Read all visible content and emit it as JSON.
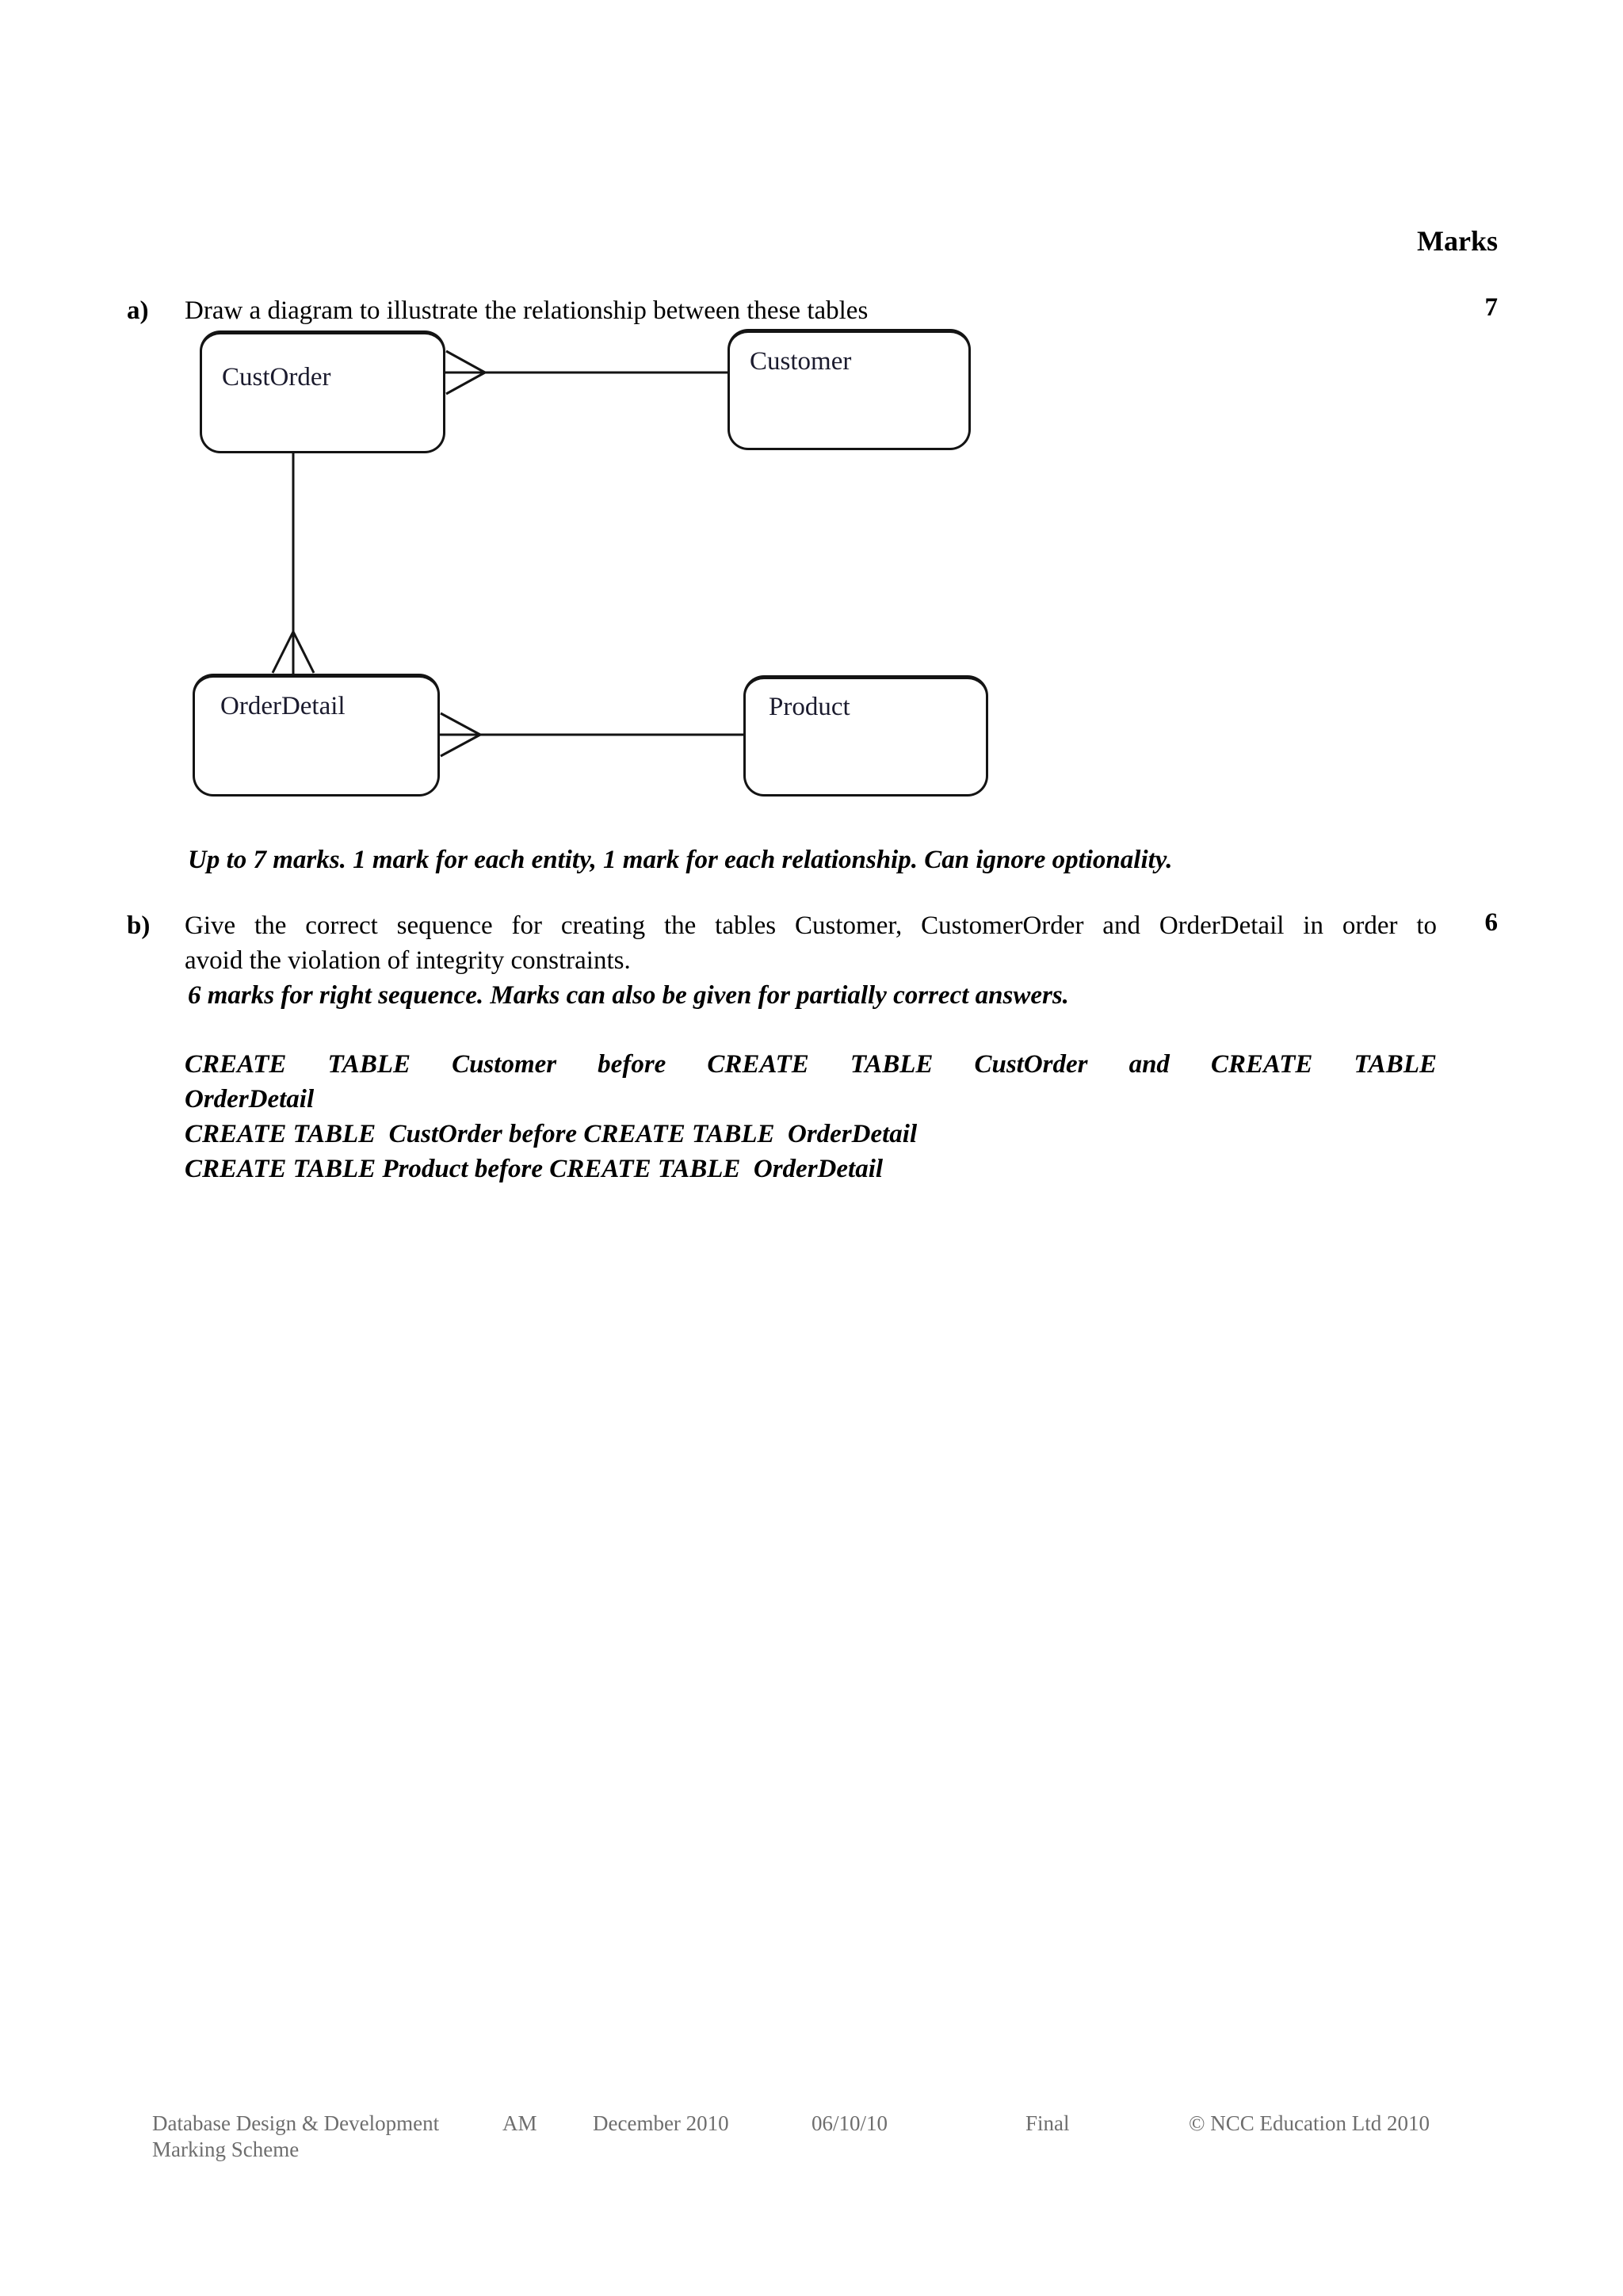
{
  "page": {
    "marks_header": "Marks"
  },
  "colors": {
    "text": "#000000",
    "footer_text": "#6e6e6e",
    "diagram_line": "#141414"
  },
  "section_a": {
    "label": "a)",
    "question": "Draw a diagram to illustrate the relationship between these tables",
    "marks": "7",
    "note": "Up to 7 marks. 1 mark for each entity, 1 mark for each relationship. Can ignore optionality."
  },
  "diagram": {
    "entities": [
      {
        "name": "CustOrder"
      },
      {
        "name": "Customer"
      },
      {
        "name": "OrderDetail"
      },
      {
        "name": "Product"
      }
    ],
    "relationships": [
      {
        "from": "CustOrder",
        "to": "Customer",
        "crow_foot_on": "CustOrder"
      },
      {
        "from": "CustOrder",
        "to": "OrderDetail",
        "crow_foot_on": "OrderDetail"
      },
      {
        "from": "OrderDetail",
        "to": "Product",
        "crow_foot_on": "OrderDetail"
      }
    ]
  },
  "section_b": {
    "label": "b)",
    "question_line1": "Give the correct sequence for creating the tables Customer, CustomerOrder and OrderDetail in order to",
    "question_line2": "avoid the violation of integrity constraints.",
    "marks": "6",
    "note": "6 marks for right sequence. Marks can also be given for partially correct answers.",
    "answer_lines": [
      "CREATE TABLE Customer before CREATE TABLE CustOrder and CREATE TABLE",
      "OrderDetail",
      "CREATE TABLE  CustOrder before CREATE TABLE  OrderDetail",
      "CREATE TABLE Product before CREATE TABLE  OrderDetail"
    ]
  },
  "footer": {
    "doc_title_line1": "Database Design & Development",
    "doc_title_line2": "Marking Scheme",
    "session": "AM",
    "date": "December 2010",
    "version_date": "06/10/10",
    "status": "Final",
    "copyright": "© NCC Education Ltd 2010"
  }
}
